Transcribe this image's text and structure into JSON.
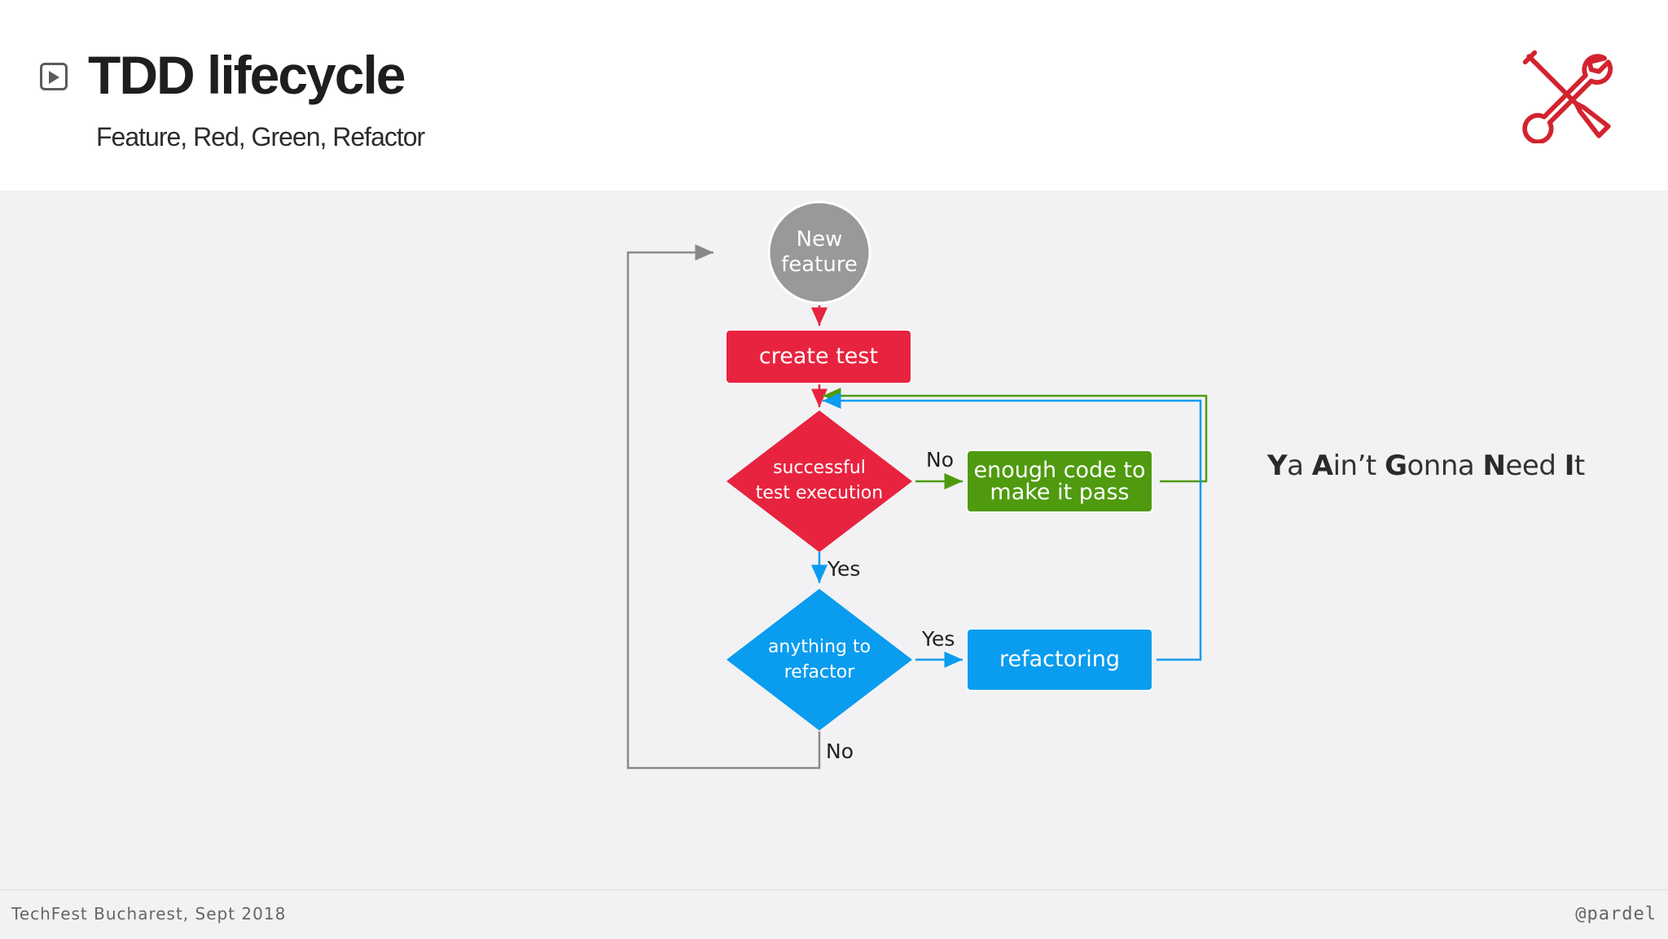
{
  "header": {
    "title": "TDD lifecycle",
    "subtitle": "Feature, Red, Green, Refactor",
    "icons": {
      "play": "play-icon",
      "tools": "tools-icon"
    },
    "accent_color": "#d3232f"
  },
  "diagram": {
    "nodes": {
      "new_feature": "New\nfeature",
      "create_test": "create test",
      "successful_test": "successful\ntest execution",
      "enough_code": "enough code to\nmake it pass",
      "anything_refactor": "anything to\nrefactor",
      "refactoring": "refactoring"
    },
    "edge_labels": {
      "test_no": "No",
      "test_yes": "Yes",
      "refactor_yes": "Yes",
      "refactor_no": "No"
    },
    "colors": {
      "gray": "#999999",
      "red": "#e8233f",
      "green": "#4f9a0f",
      "blue": "#0a9cee"
    }
  },
  "yagni": {
    "parts": [
      {
        "bold": "Y",
        "rest": "a "
      },
      {
        "bold": "A",
        "rest": "in’t "
      },
      {
        "bold": "G",
        "rest": "onna "
      },
      {
        "bold": "N",
        "rest": "eed "
      },
      {
        "bold": "I",
        "rest": "t"
      }
    ]
  },
  "footer": {
    "left": "TechFest Bucharest, Sept 2018",
    "right": "@pardel"
  }
}
